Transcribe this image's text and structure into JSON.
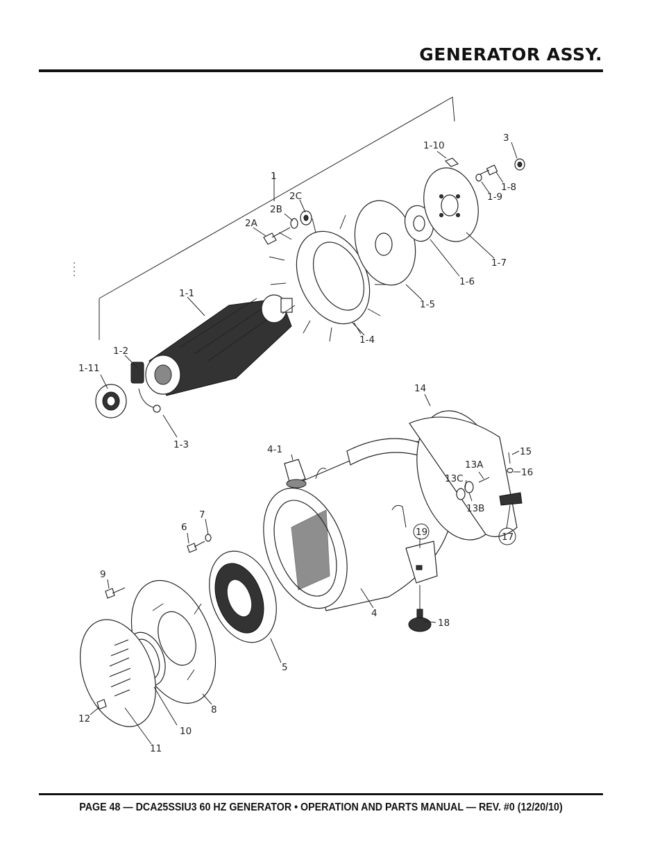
{
  "header": {
    "title": "GENERATOR ASSY."
  },
  "footer": {
    "text": "PAGE 48 — DCA25SSIU3 60 HZ GENERATOR • OPERATION AND PARTS MANUAL — REV. #0 (12/20/10)"
  },
  "callouts": {
    "c1": "1",
    "c2A": "2A",
    "c2B": "2B",
    "c2C": "2C",
    "c3": "3",
    "c1_1": "1-1",
    "c1_2": "1-2",
    "c1_3": "1-3",
    "c1_4": "1-4",
    "c1_5": "1-5",
    "c1_6": "1-6",
    "c1_7": "1-7",
    "c1_8": "1-8",
    "c1_9": "1-9",
    "c1_10": "1-10",
    "c1_11": "1-11",
    "c4": "4",
    "c4_1": "4-1",
    "c5": "5",
    "c6": "6",
    "c7": "7",
    "c8": "8",
    "c9": "9",
    "c10": "10",
    "c11": "11",
    "c12": "12",
    "c13A": "13A",
    "c13B": "13B",
    "c13C": "13C",
    "c14": "14",
    "c15": "15",
    "c16": "16",
    "c17": "17",
    "c18": "18",
    "c19": "19"
  }
}
